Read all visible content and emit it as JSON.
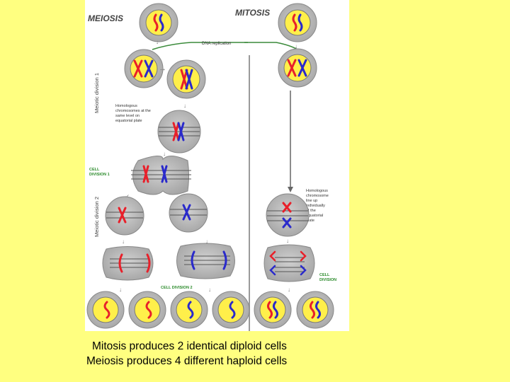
{
  "figure": {
    "meiosis_title": "MEIOSIS",
    "mitosis_title": "MITOSIS",
    "dna_replication": "DNA replication",
    "meiotic_division_1": "Meiotic division 1",
    "meiotic_division_2": "Meiotic division 2",
    "homologous_same_level": [
      "Homologous",
      "chromosomes at the",
      "same level on",
      "equatorial plate"
    ],
    "cell_division_1": [
      "CELL",
      "DIVISION 1"
    ],
    "cell_division_2": "CELL DIVISION 2",
    "homologous_line_up": [
      "Homologous",
      "chromosome",
      "line up",
      "individually",
      "at the",
      "equatorial",
      "plate"
    ],
    "cell_division_mitosis": [
      "CELL",
      "DIVISION"
    ]
  },
  "colors": {
    "page_background": "#ffff80",
    "cell_fill": "#b8b8b8",
    "nucleus_fill": "#ffef4a",
    "chromosome_red": "#e8202a",
    "chromosome_blue": "#2a2acb",
    "label_green": "#2a8a2a"
  },
  "caption": {
    "line1": "Mitosis produces 2 identical diploid cells",
    "line2": "Meiosis produces 4 different haploid cells"
  }
}
